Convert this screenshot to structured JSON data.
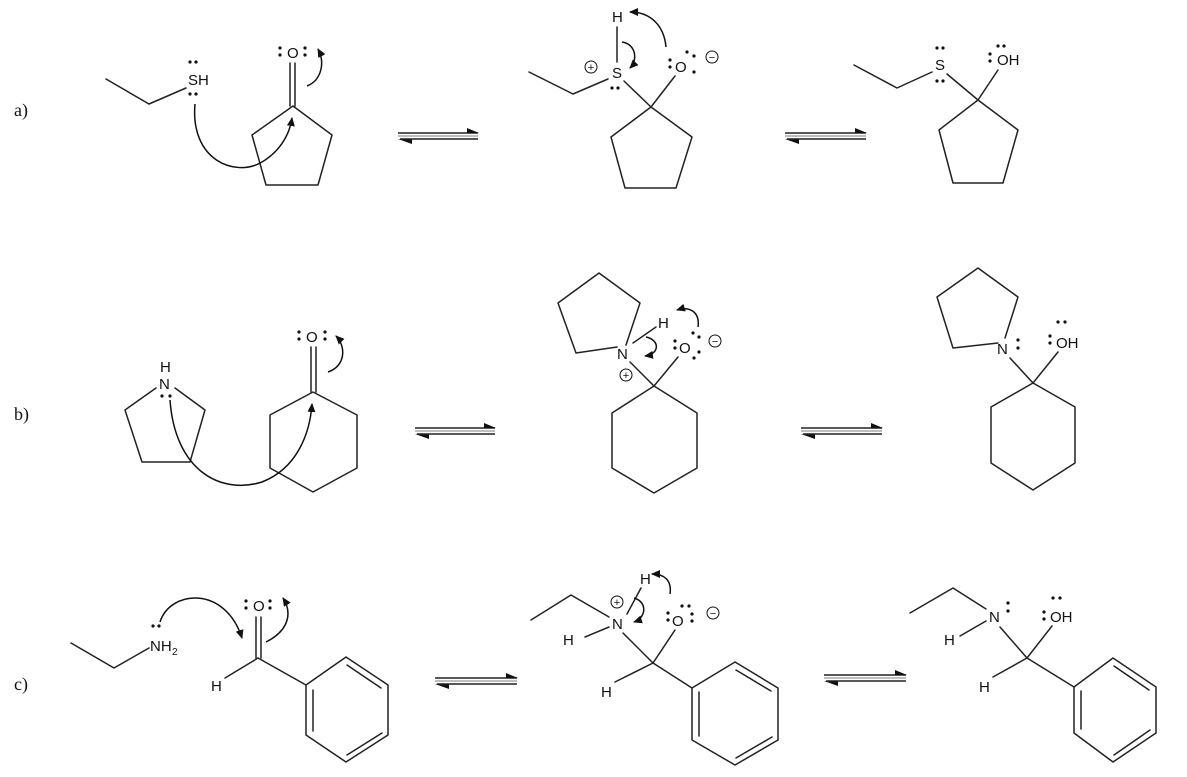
{
  "reactions": [
    {
      "label": "a)",
      "reactant": {
        "atoms": [
          "SH",
          "O"
        ]
      },
      "intermediate": {
        "atoms": [
          "H",
          "S",
          "O"
        ],
        "charges": [
          "+",
          "−"
        ]
      },
      "product": {
        "atoms": [
          "S",
          "OH"
        ]
      }
    },
    {
      "label": "b)",
      "reactant": {
        "atoms": [
          "H",
          "N",
          "O"
        ]
      },
      "intermediate": {
        "atoms": [
          "N",
          "H",
          "O"
        ],
        "charges": [
          "+",
          "−"
        ]
      },
      "product": {
        "atoms": [
          "N",
          "OH"
        ]
      }
    },
    {
      "label": "c)",
      "reactant": {
        "atoms": [
          "NH",
          "2",
          "O",
          "H"
        ]
      },
      "intermediate": {
        "atoms": [
          "H",
          "N",
          "H",
          "O",
          "H"
        ],
        "charges": [
          "+",
          "−"
        ]
      },
      "product": {
        "atoms": [
          "N",
          "H",
          "OH",
          "H"
        ]
      }
    }
  ]
}
